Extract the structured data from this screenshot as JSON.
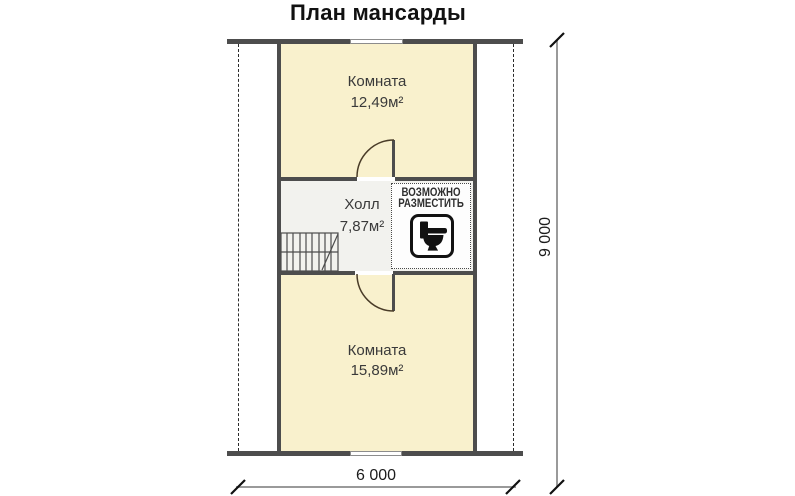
{
  "title": "План мансарды",
  "rooms": {
    "top": {
      "name": "Комната",
      "area": "12,49м²"
    },
    "hall": {
      "name": "Холл",
      "area": "7,87м²"
    },
    "bottom": {
      "name": "Комната",
      "area": "15,89м²"
    }
  },
  "toilet_note": {
    "line1": "ВОЗМОЖНО",
    "line2": "РАЗМЕСТИТЬ"
  },
  "dimensions": {
    "width_mm": "6 000",
    "height_mm": "9 000"
  },
  "icons": {
    "toilet": "toilet-silhouette",
    "stairs": "stair-run-with-cut-line",
    "doors": "quarter-circle-door-swing"
  },
  "colors": {
    "wall": "#4d4d4d",
    "room_fill": "#f9f1cd",
    "hall_fill": "#f2f2ee",
    "dim_line": "#9a9a9a",
    "door_arc": "#4a3c28"
  }
}
